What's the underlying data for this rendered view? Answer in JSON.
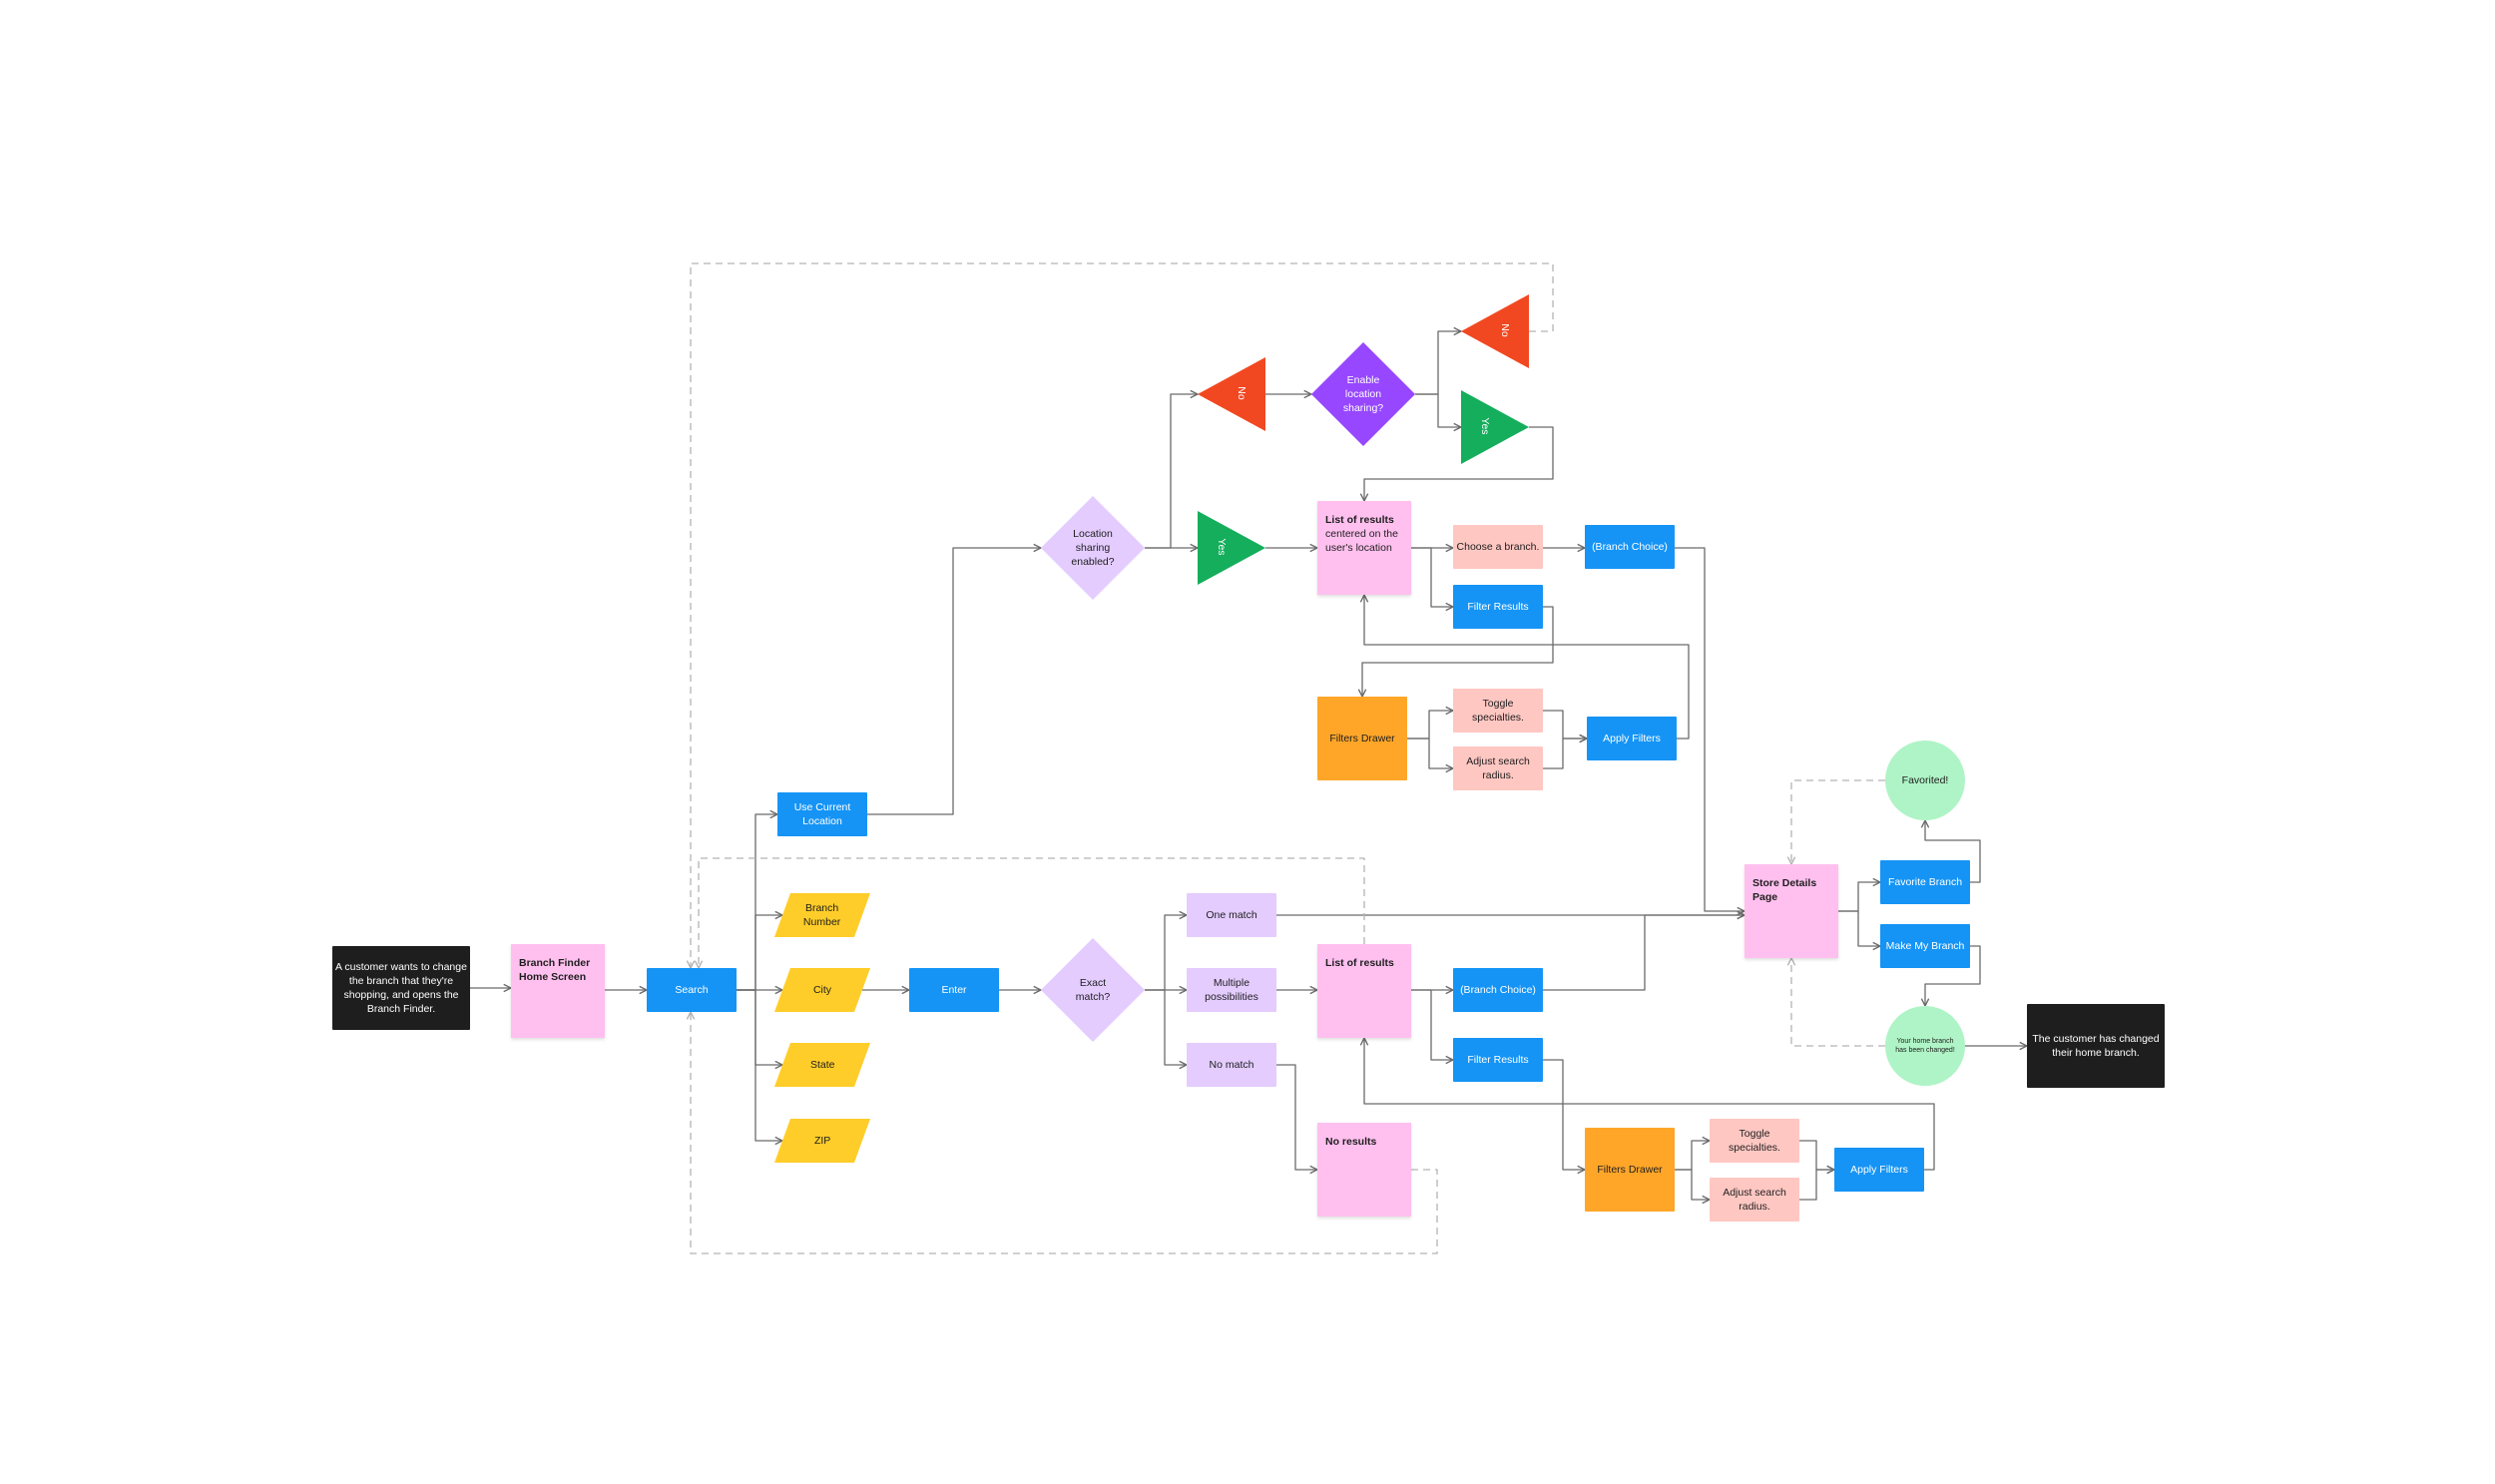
{
  "diagram": {
    "nodes": [
      {
        "id": "start",
        "shape": "rect",
        "fill": "#1e1e1e",
        "dark": true,
        "label": "A customer wants to change\nthe branch that they're\nshopping, and opens the\nBranch Finder."
      },
      {
        "id": "home",
        "shape": "sticky",
        "fill": "#ffc0ef",
        "title": "Branch Finder\nHome Screen"
      },
      {
        "id": "search",
        "shape": "rect",
        "fill": "#1594f5",
        "dark": true,
        "label": "Search"
      },
      {
        "id": "use_loc",
        "shape": "rect",
        "fill": "#1594f5",
        "dark": true,
        "label": "Use Current\nLocation"
      },
      {
        "id": "branch_num",
        "shape": "parallelogram",
        "fill": "#ffcd29",
        "label": "Branch\nNumber"
      },
      {
        "id": "city",
        "shape": "parallelogram",
        "fill": "#ffcd29",
        "label": "City"
      },
      {
        "id": "state",
        "shape": "parallelogram",
        "fill": "#ffcd29",
        "label": "State"
      },
      {
        "id": "zip",
        "shape": "parallelogram",
        "fill": "#ffcd29",
        "label": "ZIP"
      },
      {
        "id": "enter",
        "shape": "rect",
        "fill": "#1594f5",
        "dark": true,
        "label": "Enter"
      },
      {
        "id": "exact",
        "shape": "diamond",
        "fill": "#e4ccff",
        "label": "Exact\nmatch?"
      },
      {
        "id": "one_match",
        "shape": "rect",
        "fill": "#e4ccff",
        "label": "One match"
      },
      {
        "id": "multi",
        "shape": "rect",
        "fill": "#e4ccff",
        "label": "Multiple\npossibilities"
      },
      {
        "id": "no_match",
        "shape": "rect",
        "fill": "#e4ccff",
        "label": "No match"
      },
      {
        "id": "list_b",
        "shape": "sticky",
        "fill": "#ffc0ef",
        "title": "List of results"
      },
      {
        "id": "no_results",
        "shape": "sticky",
        "fill": "#ffc0ef",
        "title": "No results"
      },
      {
        "id": "branch_choice_b",
        "shape": "rect",
        "fill": "#1594f5",
        "dark": true,
        "label": "(Branch Choice)"
      },
      {
        "id": "filter_b",
        "shape": "rect",
        "fill": "#1594f5",
        "dark": true,
        "label": "Filter Results"
      },
      {
        "id": "drawer_b",
        "shape": "rect",
        "fill": "#ffa629",
        "label": "Filters Drawer"
      },
      {
        "id": "toggle_b",
        "shape": "rect",
        "fill": "#ffc7c2",
        "label": "Toggle\nspecialties."
      },
      {
        "id": "radius_b",
        "shape": "rect",
        "fill": "#ffc7c2",
        "label": "Adjust search\nradius."
      },
      {
        "id": "apply_b",
        "shape": "rect",
        "fill": "#1594f5",
        "dark": true,
        "label": "Apply Filters"
      },
      {
        "id": "loc_sharing",
        "shape": "diamond",
        "fill": "#e4ccff",
        "label": "Location\nsharing\nenabled?"
      },
      {
        "id": "yes1",
        "shape": "triangle",
        "fill": "#14ae5c",
        "label": "Yes"
      },
      {
        "id": "no1",
        "shape": "triangle",
        "fill": "#f24822",
        "label": "No"
      },
      {
        "id": "enable",
        "shape": "diamond",
        "fill": "#9747ff",
        "dark": true,
        "label": "Enable\nlocation\nsharing?"
      },
      {
        "id": "no2",
        "shape": "triangle",
        "fill": "#f24822",
        "label": "No"
      },
      {
        "id": "yes2",
        "shape": "triangle",
        "fill": "#14ae5c",
        "label": "Yes"
      },
      {
        "id": "list_t",
        "shape": "sticky",
        "fill": "#ffc0ef",
        "title": "List of results",
        "body": "centered on the\nuser's location"
      },
      {
        "id": "choose",
        "shape": "rect",
        "fill": "#ffc7c2",
        "label": "Choose a branch."
      },
      {
        "id": "branch_choice_t",
        "shape": "rect",
        "fill": "#1594f5",
        "dark": true,
        "label": "(Branch Choice)"
      },
      {
        "id": "filter_t",
        "shape": "rect",
        "fill": "#1594f5",
        "dark": true,
        "label": "Filter Results"
      },
      {
        "id": "drawer_t",
        "shape": "rect",
        "fill": "#ffa629",
        "label": "Filters Drawer"
      },
      {
        "id": "toggle_t",
        "shape": "rect",
        "fill": "#ffc7c2",
        "label": "Toggle\nspecialties."
      },
      {
        "id": "radius_t",
        "shape": "rect",
        "fill": "#ffc7c2",
        "label": "Adjust search\nradius."
      },
      {
        "id": "apply_t",
        "shape": "rect",
        "fill": "#1594f5",
        "dark": true,
        "label": "Apply Filters"
      },
      {
        "id": "store",
        "shape": "sticky",
        "fill": "#ffc0ef",
        "title": "Store Details\nPage"
      },
      {
        "id": "fav_btn",
        "shape": "rect",
        "fill": "#1594f5",
        "dark": true,
        "label": "Favorite Branch"
      },
      {
        "id": "make_my",
        "shape": "rect",
        "fill": "#1594f5",
        "dark": true,
        "label": "Make My Branch"
      },
      {
        "id": "favorited",
        "shape": "circle",
        "fill": "#aff4c6",
        "label": "Favorited!"
      },
      {
        "id": "home_changed",
        "shape": "circle",
        "fill": "#aff4c6",
        "small": true,
        "label": "Your home branch\nhas been changed!"
      },
      {
        "id": "end",
        "shape": "rect",
        "fill": "#1e1e1e",
        "dark": true,
        "label": "The customer has changed\ntheir home branch."
      }
    ],
    "edges": [
      {
        "from": "start",
        "to": "home"
      },
      {
        "from": "home",
        "to": "search"
      },
      {
        "from": "search",
        "to": "use_loc"
      },
      {
        "from": "search",
        "to": "branch_num"
      },
      {
        "from": "search",
        "to": "city"
      },
      {
        "from": "search",
        "to": "state"
      },
      {
        "from": "search",
        "to": "zip"
      },
      {
        "from": "city",
        "to": "enter"
      },
      {
        "from": "enter",
        "to": "exact"
      },
      {
        "from": "exact",
        "to": "one_match"
      },
      {
        "from": "exact",
        "to": "multi"
      },
      {
        "from": "exact",
        "to": "no_match"
      },
      {
        "from": "one_match",
        "to": "store"
      },
      {
        "from": "multi",
        "to": "list_b"
      },
      {
        "from": "no_match",
        "to": "no_results"
      },
      {
        "from": "list_b",
        "to": "branch_choice_b"
      },
      {
        "from": "list_b",
        "to": "filter_b"
      },
      {
        "from": "branch_choice_b",
        "to": "store"
      },
      {
        "from": "filter_b",
        "to": "drawer_b"
      },
      {
        "from": "drawer_b",
        "to": "toggle_b"
      },
      {
        "from": "drawer_b",
        "to": "radius_b"
      },
      {
        "from": "toggle_b",
        "to": "apply_b"
      },
      {
        "from": "radius_b",
        "to": "apply_b"
      },
      {
        "from": "apply_b",
        "to": "list_b"
      },
      {
        "from": "use_loc",
        "to": "loc_sharing"
      },
      {
        "from": "loc_sharing",
        "to": "yes1"
      },
      {
        "from": "loc_sharing",
        "to": "no1"
      },
      {
        "from": "no1",
        "to": "enable"
      },
      {
        "from": "enable",
        "to": "no2"
      },
      {
        "from": "enable",
        "to": "yes2"
      },
      {
        "from": "yes1",
        "to": "list_t"
      },
      {
        "from": "yes2",
        "to": "list_t"
      },
      {
        "from": "list_t",
        "to": "choose"
      },
      {
        "from": "list_t",
        "to": "filter_t"
      },
      {
        "from": "choose",
        "to": "branch_choice_t"
      },
      {
        "from": "branch_choice_t",
        "to": "store"
      },
      {
        "from": "filter_t",
        "to": "drawer_t"
      },
      {
        "from": "drawer_t",
        "to": "toggle_t"
      },
      {
        "from": "drawer_t",
        "to": "radius_t"
      },
      {
        "from": "toggle_t",
        "to": "apply_t"
      },
      {
        "from": "radius_t",
        "to": "apply_t"
      },
      {
        "from": "apply_t",
        "to": "list_t"
      },
      {
        "from": "store",
        "to": "fav_btn"
      },
      {
        "from": "store",
        "to": "make_my"
      },
      {
        "from": "fav_btn",
        "to": "favorited"
      },
      {
        "from": "make_my",
        "to": "home_changed"
      },
      {
        "from": "home_changed",
        "to": "end"
      },
      {
        "from": "no2",
        "to": "search",
        "dashed": true
      },
      {
        "from": "no_results",
        "to": "search",
        "dashed": true
      },
      {
        "from": "list_b",
        "to": "search",
        "dashed": true
      },
      {
        "from": "favorited",
        "to": "store",
        "dashed": true
      },
      {
        "from": "home_changed",
        "to": "store",
        "dashed": true
      }
    ]
  }
}
